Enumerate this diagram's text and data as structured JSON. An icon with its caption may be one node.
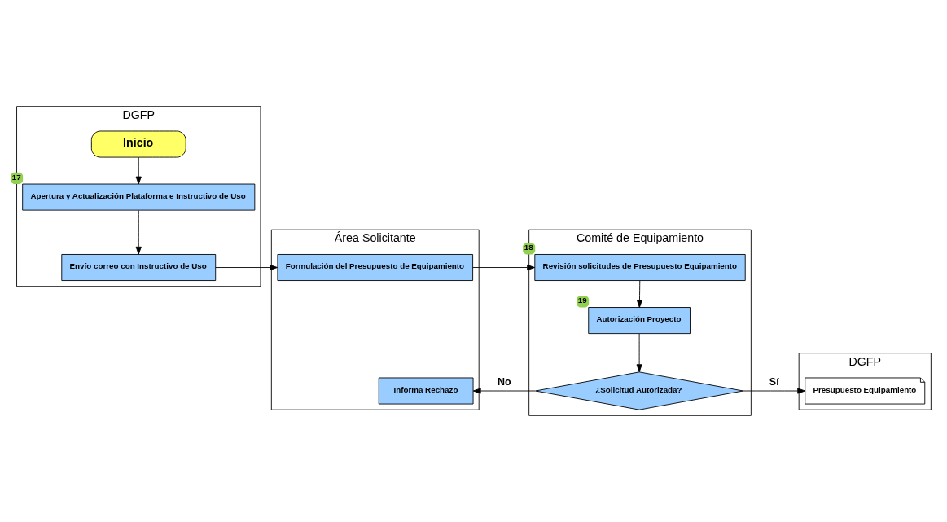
{
  "diagram": {
    "nodes": [
      {
        "text": [
          "DGFP"
        ]
      },
      {
        "text": [
          "Área Solicitante"
        ]
      },
      {
        "text": [
          "Comité de Equipamiento"
        ]
      },
      {
        "text": [
          "DGFP"
        ]
      },
      {
        "text": [
          "Inicio"
        ],
        "in": 0
      },
      {
        "text": [
          "Apertura y Actualización Plataforma e Instructivo de Uso"
        ],
        "in": 0,
        "beside": [
          "17"
        ]
      },
      {
        "text": [
          "Envío correo con Instructivo de Uso"
        ],
        "in": 0
      },
      {
        "text": [
          "Formulación del Presupuesto de Equipamiento"
        ],
        "in": 1
      },
      {
        "text": [
          "Informa Rechazo"
        ],
        "in": 1
      },
      {
        "text": [
          "Revisión solicitudes de Presupuesto Equipamiento"
        ],
        "in": 2,
        "beside": [
          "18"
        ]
      },
      {
        "text": [
          "Autorización Proyecto"
        ],
        "in": 2,
        "beside": [
          "19"
        ]
      },
      {
        "text": [
          "¿Solicitud Autorizada?"
        ],
        "in": 2
      },
      {
        "text": [
          "Presupuesto Equipamiento"
        ],
        "in": 3
      }
    ],
    "edges": [
      {
        "from": 4,
        "to": 5,
        "arrow": "to"
      },
      {
        "from": 5,
        "to": 6,
        "arrow": "to"
      },
      {
        "from": 6,
        "to": 7,
        "arrow": "to"
      },
      {
        "from": 7,
        "to": 9,
        "arrow": "to"
      },
      {
        "from": 9,
        "to": 10,
        "arrow": "to"
      },
      {
        "from": 10,
        "to": 11,
        "arrow": "to"
      },
      {
        "from": 11,
        "to": 8,
        "arrow": "to",
        "label": "No"
      },
      {
        "from": 11,
        "to": 12,
        "arrow": "to",
        "label": "Sí"
      }
    ]
  }
}
